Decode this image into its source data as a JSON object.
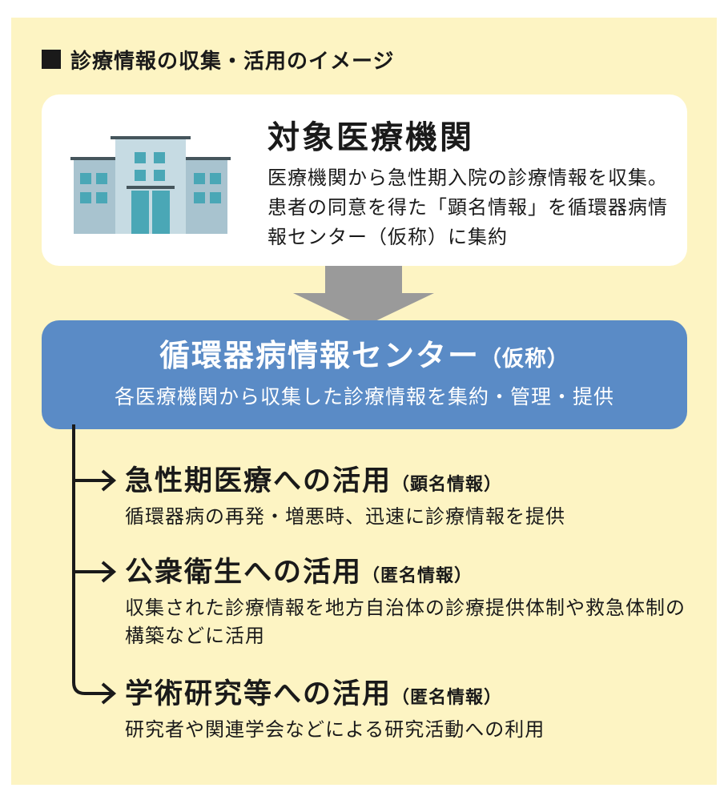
{
  "heading": "診療情報の収集・活用のイメージ",
  "source_card": {
    "title": "対象医療機関",
    "description": "医療機関から急性期入院の診療情報を収集。患者の同意を得た「顕名情報」を循環器病情報センター（仮称）に集約",
    "icon": "hospital-building-icon"
  },
  "center": {
    "title": "循環器病情報センター",
    "title_suffix": "（仮称）",
    "subtitle": "各医療機関から収集した診療情報を集約・管理・提供"
  },
  "uses": [
    {
      "title": "急性期医療への活用",
      "tag": "（顕名情報）",
      "description": "循環器病の再発・増悪時、迅速に診療情報を提供"
    },
    {
      "title": "公衆衛生への活用",
      "tag": "（匿名情報）",
      "description": "収集された診療情報を地方自治体の診療提供体制や救急体制の構築などに活用"
    },
    {
      "title": "学術研究等への活用",
      "tag": "（匿名情報）",
      "description": "研究者や関連学会などによる研究活動への利用"
    }
  ],
  "colors": {
    "background": "#fdf4c3",
    "center_box": "#5a8bc6",
    "arrow": "#9a9a9a",
    "building": "#a8c3cf",
    "building_windows": "#4aa7b6"
  }
}
